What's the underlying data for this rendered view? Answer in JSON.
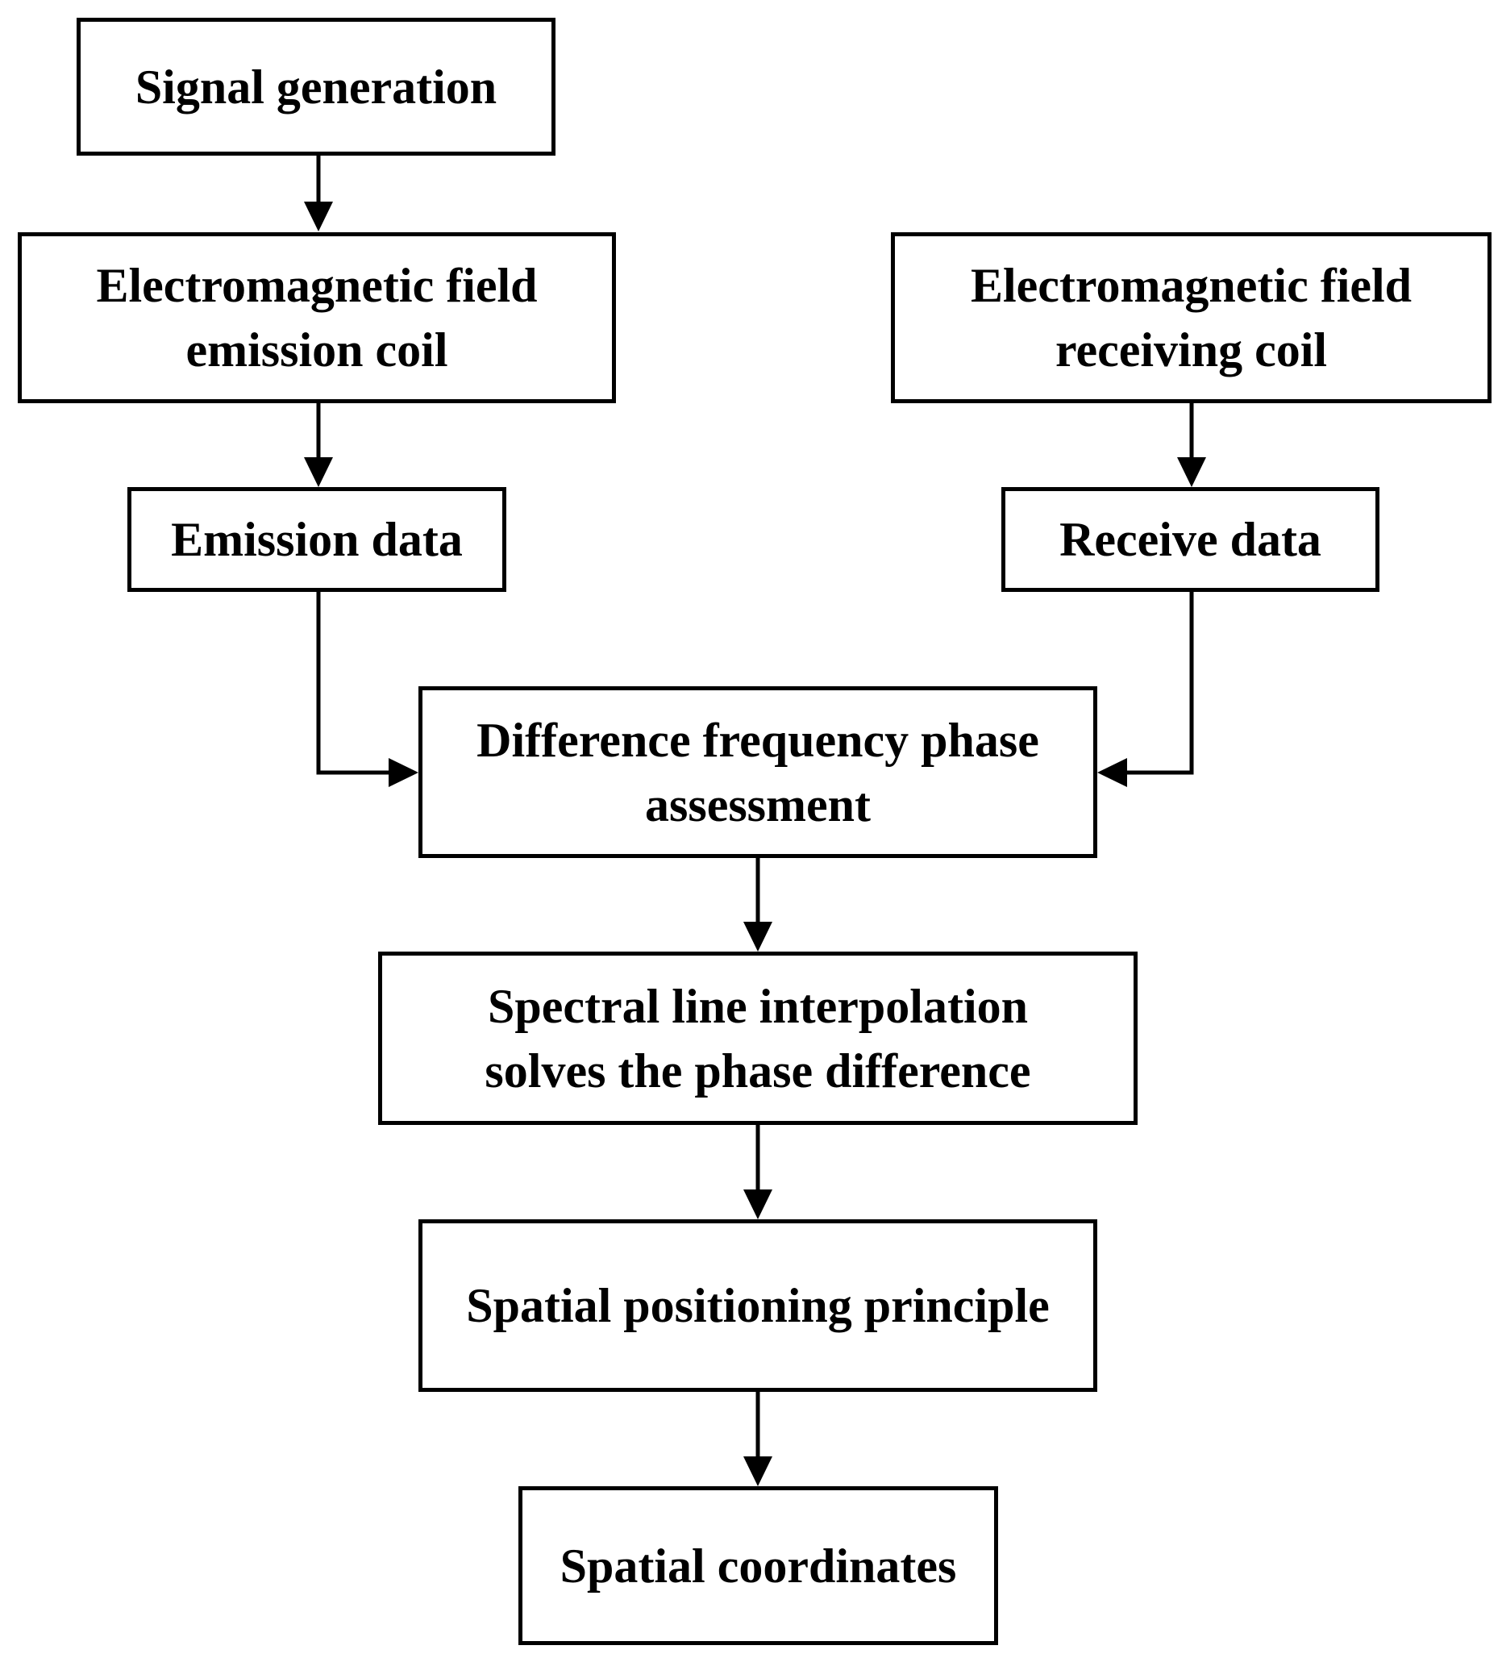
{
  "nodes": {
    "signal_generation": {
      "lines": [
        "Signal generation"
      ]
    },
    "emission_coil": {
      "lines": [
        "Electromagnetic field",
        "emission coil"
      ]
    },
    "receiving_coil": {
      "lines": [
        "Electromagnetic field",
        "receiving coil"
      ]
    },
    "emission_data": {
      "lines": [
        "Emission data"
      ]
    },
    "receive_data": {
      "lines": [
        "Receive data"
      ]
    },
    "phase_assessment": {
      "lines": [
        "Difference frequency phase",
        "assessment"
      ]
    },
    "spectral_interpolation": {
      "lines": [
        "Spectral line interpolation",
        "solves the phase difference"
      ]
    },
    "positioning_principle": {
      "lines": [
        "Spatial positioning principle"
      ]
    },
    "spatial_coordinates": {
      "lines": [
        "Spatial coordinates"
      ]
    }
  },
  "edges": [
    {
      "from": "signal_generation",
      "to": "emission_coil"
    },
    {
      "from": "emission_coil",
      "to": "emission_data"
    },
    {
      "from": "receiving_coil",
      "to": "receive_data"
    },
    {
      "from": "emission_data",
      "to": "phase_assessment"
    },
    {
      "from": "receive_data",
      "to": "phase_assessment"
    },
    {
      "from": "phase_assessment",
      "to": "spectral_interpolation"
    },
    {
      "from": "spectral_interpolation",
      "to": "positioning_principle"
    },
    {
      "from": "positioning_principle",
      "to": "spatial_coordinates"
    }
  ],
  "colors": {
    "stroke": "#000000",
    "fill": "#ffffff",
    "text": "#000000"
  }
}
